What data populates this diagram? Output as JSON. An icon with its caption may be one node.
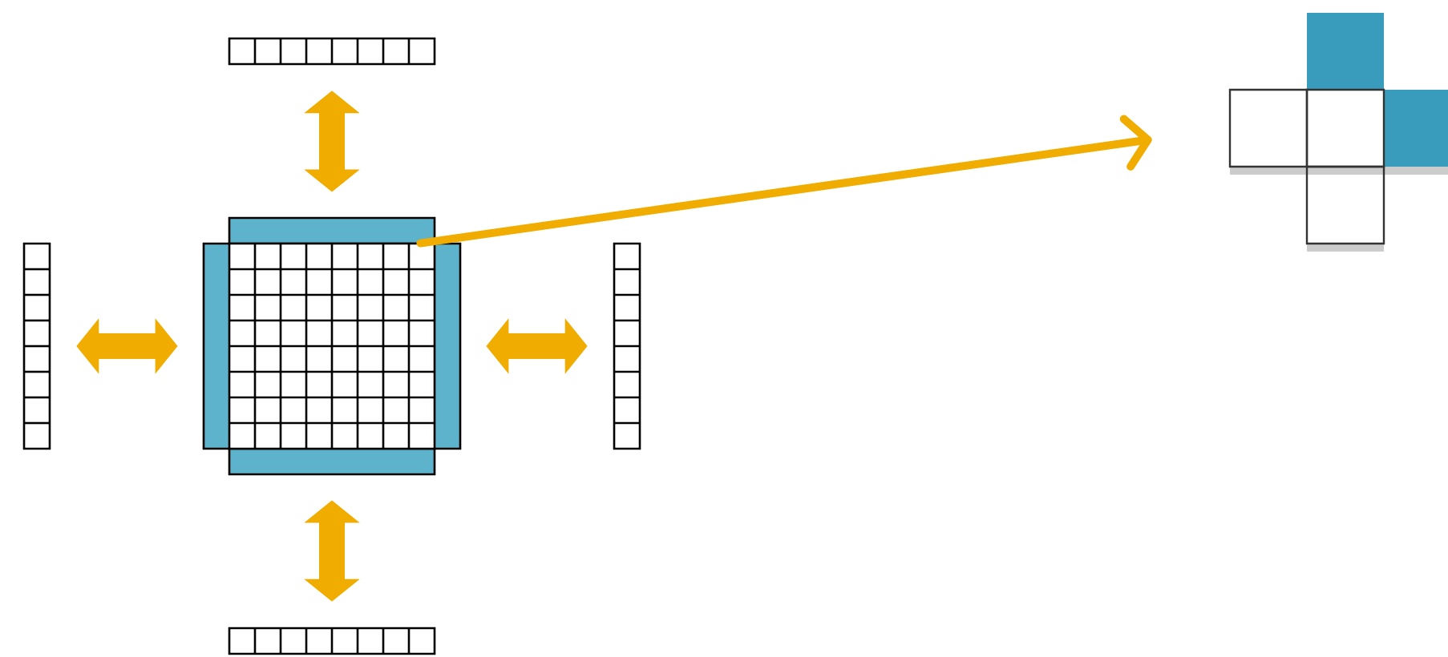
{
  "diagram": {
    "nodes": [
      {
        "text": [],
        "shape": "bar"
      },
      {
        "text": [],
        "shape": "bar"
      },
      {
        "text": [],
        "shape": "grid"
      },
      {
        "text": [],
        "shape": "bar"
      },
      {
        "text": [],
        "shape": "bar"
      },
      {
        "text": [],
        "shape": "cross"
      }
    ],
    "edges": [
      {
        "from": 0,
        "to": 2,
        "arrow": "both"
      },
      {
        "from": 1,
        "to": 2,
        "arrow": "both"
      },
      {
        "from": 2,
        "to": 3,
        "arrow": "both"
      },
      {
        "from": 2,
        "to": 4,
        "arrow": "both"
      },
      {
        "from": 2,
        "to": 5,
        "arrow": "to"
      }
    ]
  }
}
